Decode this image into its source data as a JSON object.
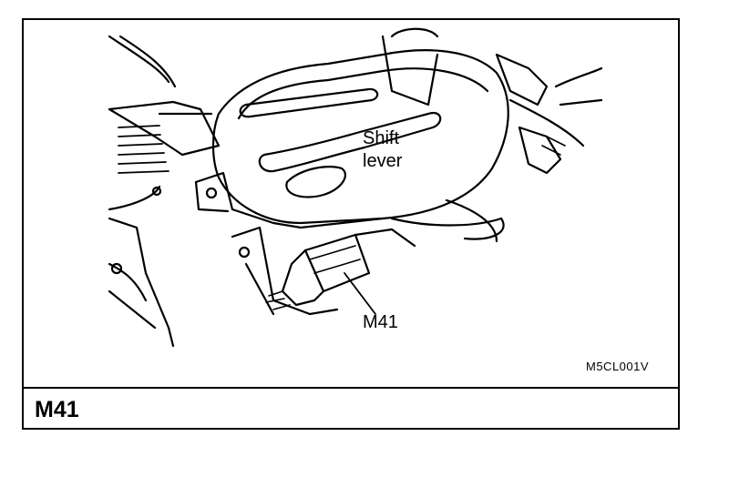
{
  "figure": {
    "shift_lever_line1": "Shift",
    "shift_lever_line2": "lever",
    "connector_label": "M41",
    "reference_code": "M5CL001V",
    "caption": "M41"
  }
}
